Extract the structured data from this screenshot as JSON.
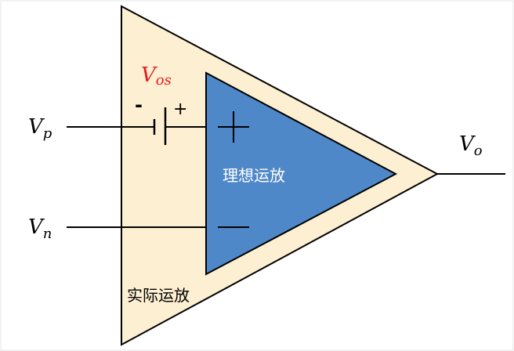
{
  "labels": {
    "vp": {
      "main": "V",
      "sub": "p"
    },
    "vn": {
      "main": "V",
      "sub": "n"
    },
    "vo": {
      "main": "V",
      "sub": "o"
    },
    "vos": {
      "main": "V",
      "sub": "os"
    },
    "battery_minus": "-",
    "battery_plus": "+",
    "ideal_opamp": "理想运放",
    "real_opamp": "实际运放"
  },
  "colors": {
    "real_fill": "#FDEFD2",
    "ideal_fill": "#4F88C8",
    "vos_text": "#E02020",
    "stroke": "#000000"
  }
}
